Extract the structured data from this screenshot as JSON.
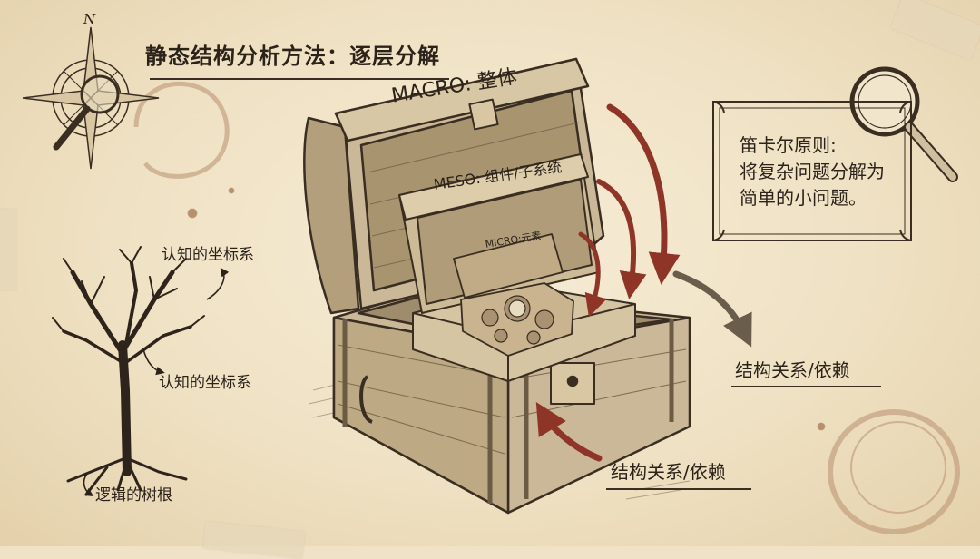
{
  "title": "静态结构分析方法：逐层分解",
  "chest": {
    "macro_label": "MACRO: 整体",
    "meso_label": "MESO: 组件/子系统",
    "micro_label": "MICRO:元素"
  },
  "principle": {
    "text": "笛卡尔原则:\n将复杂问题分解为\n简单的小问题。"
  },
  "relations": {
    "right_label": "结构关系/依赖",
    "bottom_label": "结构关系/依赖"
  },
  "tree": {
    "upper_label": "认知的坐标系",
    "middle_label": "认知的坐标系",
    "root_label": "逻辑的树根"
  },
  "compass": {
    "north": "N"
  },
  "colors": {
    "ink": "#2b221a",
    "wood": "#cbb898",
    "wood_dark": "#8c7a60",
    "arrow_red": "#8e3527",
    "paper": "#efe2c6"
  },
  "icons": [
    "compass-icon",
    "magnifier-icon",
    "tree-icon",
    "treasure-chest-icon",
    "clockwork-icon"
  ]
}
